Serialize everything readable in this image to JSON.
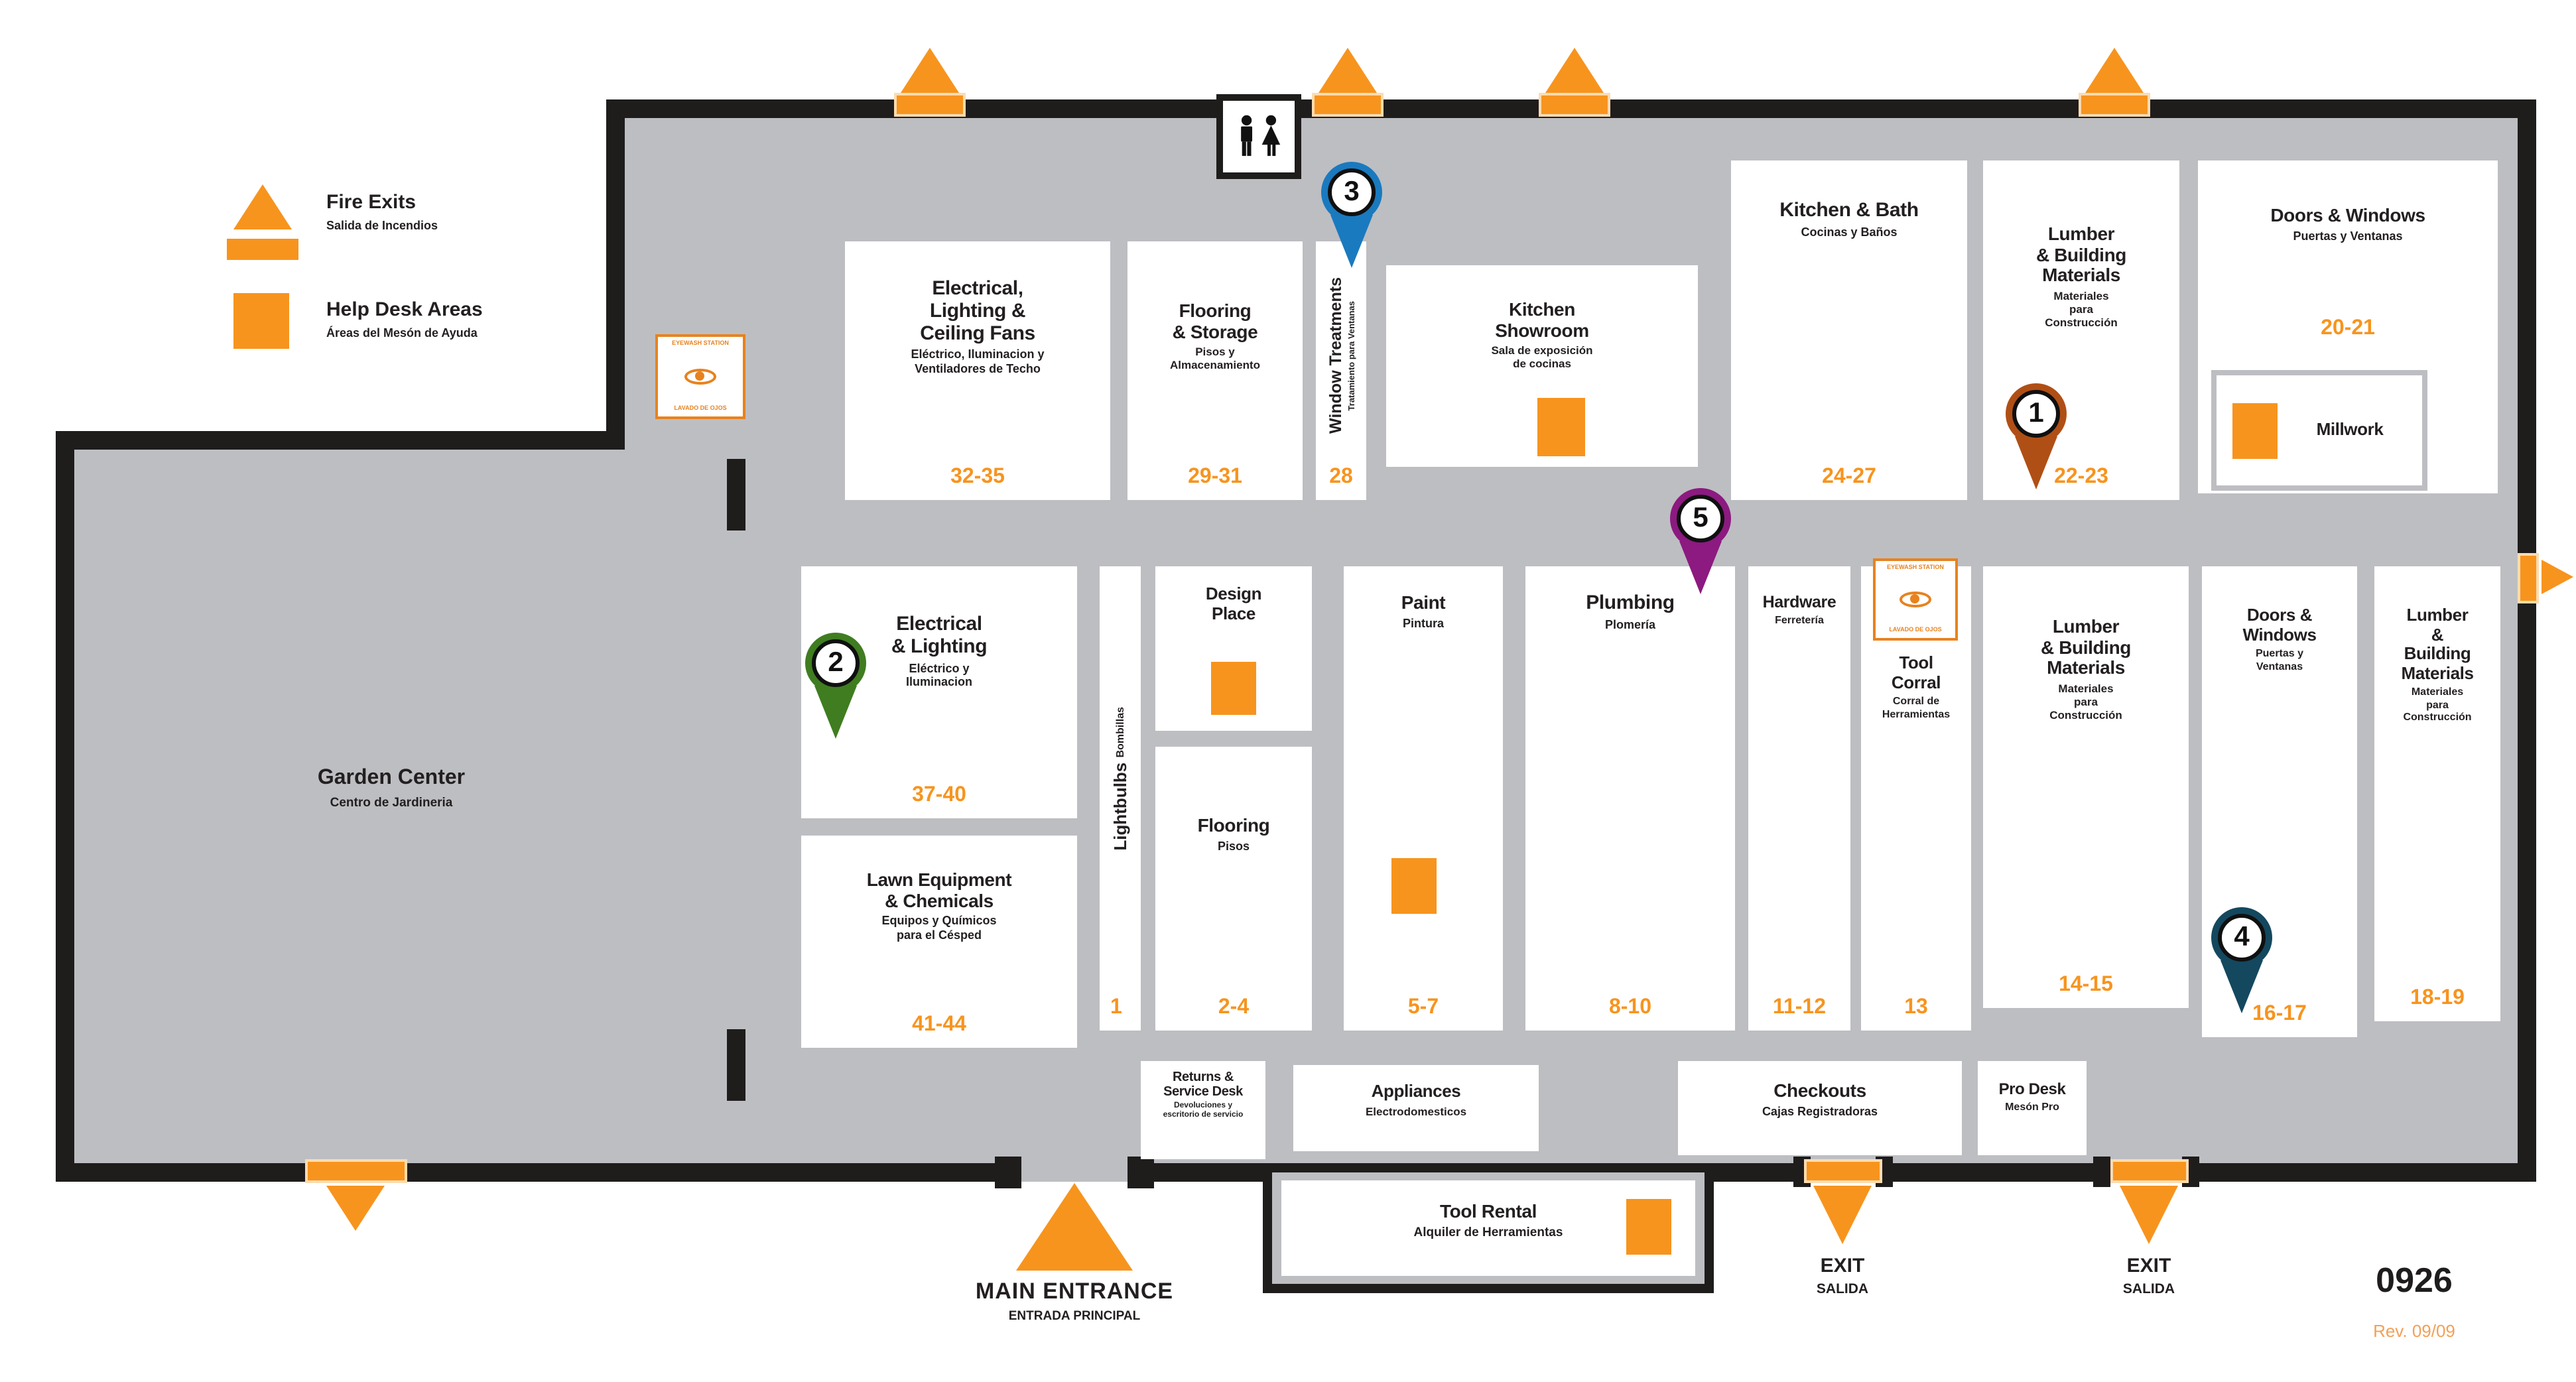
{
  "colors": {
    "accent_orange": "#F7941E",
    "floor_gray": "#BDBEC2",
    "wall_black": "#1F1C1C",
    "revision_orange": "#F2A057",
    "marker_1": "#B04F15",
    "marker_2": "#3F7D20",
    "marker_3": "#1A7ABF",
    "marker_4": "#14485F",
    "marker_5": "#8C1A80"
  },
  "legend": {
    "fire_exits": {
      "label": "Fire Exits",
      "sublabel": "Salida de Incendios"
    },
    "help_desk": {
      "label": "Help Desk Areas",
      "sublabel": "Áreas del Mesón de Ayuda"
    }
  },
  "departments": {
    "electrical_lighting_fans": {
      "title": "Electrical,\nLighting &\nCeiling Fans",
      "subtitle": "Eléctrico, Iluminacion y\nVentiladores de Techo",
      "aisles": "32-35"
    },
    "flooring_storage": {
      "title": "Flooring\n& Storage",
      "subtitle": "Pisos y\nAlmacenamiento",
      "aisles": "29-31"
    },
    "window_treatments": {
      "title": "Window Treatments",
      "subtitle": "Tratamiento para Ventanas",
      "aisles": "28"
    },
    "kitchen_showroom": {
      "title": "Kitchen\nShowroom",
      "subtitle": "Sala de exposición\nde cocinas"
    },
    "kitchen_bath": {
      "title": "Kitchen & Bath",
      "subtitle": "Cocinas y Baños",
      "aisles": "24-27"
    },
    "lumber_building_22": {
      "title": "Lumber\n& Building\nMaterials",
      "subtitle": "Materiales\npara\nConstrucción",
      "aisles": "22-23"
    },
    "doors_windows_20": {
      "title": "Doors & Windows",
      "subtitle": "Puertas y Ventanas",
      "aisles": "20-21"
    },
    "millwork": {
      "title": "Millwork"
    },
    "electrical_lighting": {
      "title": "Electrical\n& Lighting",
      "subtitle": "Eléctrico y\nIluminacion",
      "aisles": "37-40"
    },
    "lawn_equipment": {
      "title": "Lawn Equipment\n& Chemicals",
      "subtitle": "Equipos y Químicos\npara el Césped",
      "aisles": "41-44"
    },
    "lightbulbs": {
      "title": "Lightbulbs",
      "subtitle": "Bombillas",
      "aisles": "1"
    },
    "design_place": {
      "title": "Design\nPlace"
    },
    "flooring": {
      "title": "Flooring",
      "subtitle": "Pisos",
      "aisles": "2-4"
    },
    "paint": {
      "title": "Paint",
      "subtitle": "Pintura",
      "aisles": "5-7"
    },
    "plumbing": {
      "title": "Plumbing",
      "subtitle": "Plomería",
      "aisles": "8-10"
    },
    "hardware": {
      "title": "Hardware",
      "subtitle": "Ferretería",
      "aisles": "11-12"
    },
    "tool_corral": {
      "title": "Tool\nCorral",
      "subtitle": "Corral de\nHerramientas",
      "aisles": "13"
    },
    "lumber_building_14": {
      "title": "Lumber\n& Building\nMaterials",
      "subtitle": "Materiales\npara\nConstrucción",
      "aisles": "14-15"
    },
    "doors_windows_16": {
      "title": "Doors &\nWindows",
      "subtitle": "Puertas y\nVentanas",
      "aisles": "16-17"
    },
    "lumber_building_18": {
      "title": "Lumber\n&\nBuilding\nMaterials",
      "subtitle": "Materiales\npara\nConstrucción",
      "aisles": "18-19"
    },
    "garden_center": {
      "title": "Garden Center",
      "subtitle": "Centro de Jardineria"
    }
  },
  "services": {
    "returns_service_desk": {
      "title": "Returns &\nService Desk",
      "subtitle": "Devoluciones y\nescritorio de servicio"
    },
    "appliances": {
      "title": "Appliances",
      "subtitle": "Electrodomesticos"
    },
    "checkouts": {
      "title": "Checkouts",
      "subtitle": "Cajas Registradoras"
    },
    "pro_desk": {
      "title": "Pro Desk",
      "subtitle": "Mesón Pro"
    },
    "tool_rental": {
      "title": "Tool Rental",
      "subtitle": "Alquiler de Herramientas"
    }
  },
  "entrances": {
    "main": {
      "label": "MAIN ENTRANCE",
      "sublabel": "ENTRADA PRINCIPAL"
    },
    "exit_left": {
      "label": "EXIT",
      "sublabel": "SALIDA"
    },
    "exit_right": {
      "label": "EXIT",
      "sublabel": "SALIDA"
    }
  },
  "markers": [
    {
      "number": "1",
      "color": "#B04F15"
    },
    {
      "number": "2",
      "color": "#3F7D20"
    },
    {
      "number": "3",
      "color": "#1A7ABF"
    },
    {
      "number": "4",
      "color": "#14485F"
    },
    {
      "number": "5",
      "color": "#8C1A80"
    }
  ],
  "facilities": {
    "eyewash_station": {
      "line1": "EYEWASH STATION",
      "line2": "LAVADO DE OJOS"
    }
  },
  "footer": {
    "store_number": "0926",
    "revision": "Rev. 09/09"
  }
}
